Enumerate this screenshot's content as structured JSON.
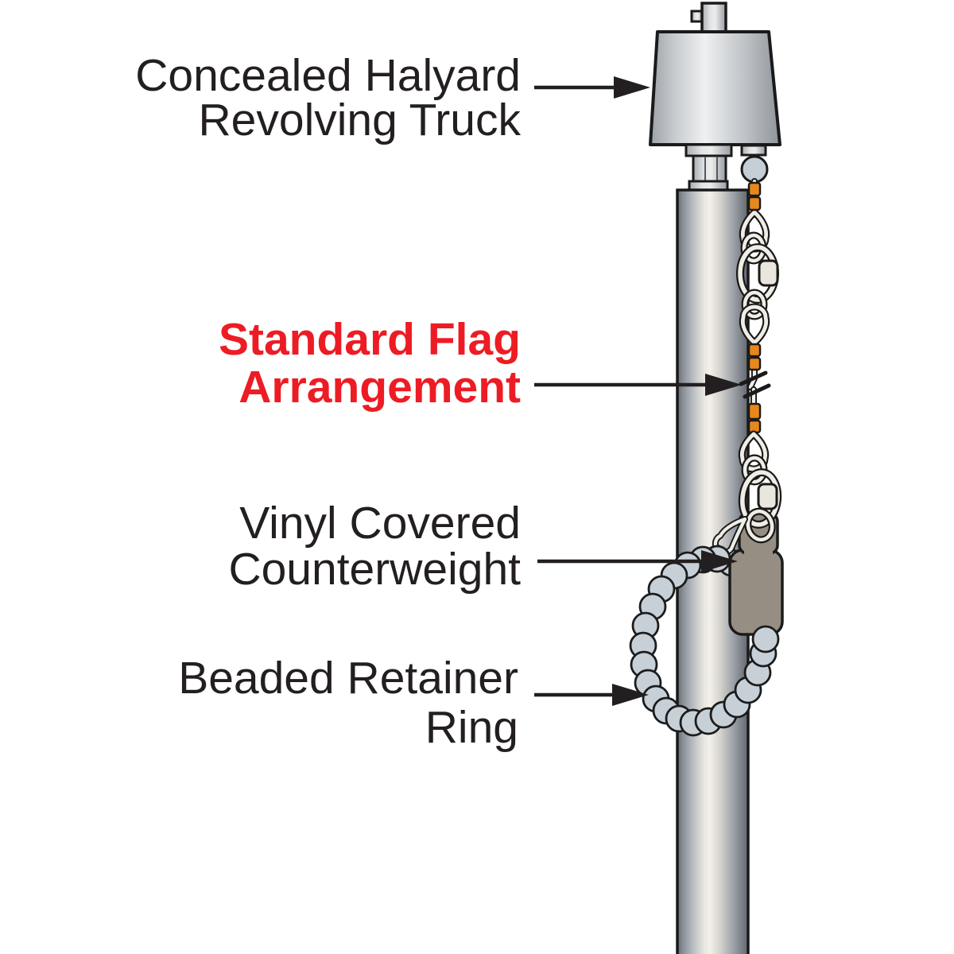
{
  "figure": {
    "title": "Flagpole concealed-halyard hardware diagram",
    "background_color": "#FFFFFF",
    "label_color": "#231F20",
    "accent_red": "#ED1C24",
    "sleeve_orange": "#E8871C",
    "bead_color": "#C5CED5",
    "counterweight_color": "#968E82",
    "metal_highlight": "#F3F0EA"
  },
  "labels": {
    "truck": {
      "line1": "Concealed Halyard",
      "line2": "Revolving Truck"
    },
    "flag": {
      "line1": "Standard Flag",
      "line2": "Arrangement"
    },
    "counterweight": {
      "line1": "Vinyl Covered",
      "line2": "Counterweight"
    },
    "ring": {
      "line1": "Beaded Retainer",
      "line2": "Ring"
    }
  }
}
